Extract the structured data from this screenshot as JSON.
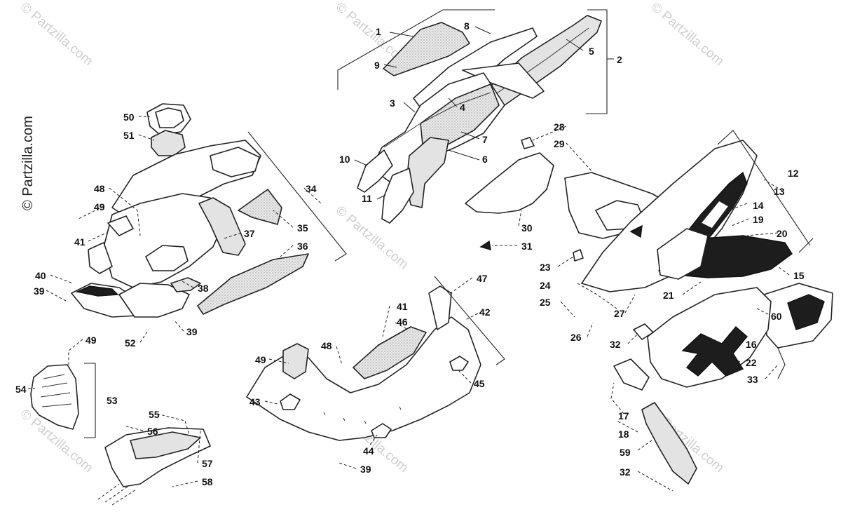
{
  "watermark": {
    "text": "© Partzilla.com",
    "side_text": "© Partzilla.com"
  },
  "callouts": [
    {
      "id": "1",
      "text": "1"
    },
    {
      "id": "2",
      "text": "2"
    },
    {
      "id": "3",
      "text": "3"
    },
    {
      "id": "4",
      "text": "4"
    },
    {
      "id": "5",
      "text": "5"
    },
    {
      "id": "6",
      "text": "6"
    },
    {
      "id": "7",
      "text": "7"
    },
    {
      "id": "8",
      "text": "8"
    },
    {
      "id": "9",
      "text": "9"
    },
    {
      "id": "10",
      "text": "10"
    },
    {
      "id": "11",
      "text": "11"
    },
    {
      "id": "12",
      "text": "12"
    },
    {
      "id": "13",
      "text": "13"
    },
    {
      "id": "14",
      "text": "14"
    },
    {
      "id": "15",
      "text": "15"
    },
    {
      "id": "16",
      "text": "16"
    },
    {
      "id": "17",
      "text": "17"
    },
    {
      "id": "18",
      "text": "18"
    },
    {
      "id": "19",
      "text": "19"
    },
    {
      "id": "20",
      "text": "20"
    },
    {
      "id": "21",
      "text": "21"
    },
    {
      "id": "22",
      "text": "22"
    },
    {
      "id": "23",
      "text": "23"
    },
    {
      "id": "24",
      "text": "24"
    },
    {
      "id": "25",
      "text": "25"
    },
    {
      "id": "26",
      "text": "26"
    },
    {
      "id": "27",
      "text": "27"
    },
    {
      "id": "28",
      "text": "28"
    },
    {
      "id": "29",
      "text": "29"
    },
    {
      "id": "30",
      "text": "30"
    },
    {
      "id": "31",
      "text": "31"
    },
    {
      "id": "32a",
      "text": "32"
    },
    {
      "id": "32b",
      "text": "32"
    },
    {
      "id": "33",
      "text": "33"
    },
    {
      "id": "34",
      "text": "34"
    },
    {
      "id": "35",
      "text": "35"
    },
    {
      "id": "36",
      "text": "36"
    },
    {
      "id": "37",
      "text": "37"
    },
    {
      "id": "38",
      "text": "38"
    },
    {
      "id": "39a",
      "text": "39"
    },
    {
      "id": "39b",
      "text": "39"
    },
    {
      "id": "39c",
      "text": "39"
    },
    {
      "id": "40",
      "text": "40"
    },
    {
      "id": "41a",
      "text": "41"
    },
    {
      "id": "41b",
      "text": "41"
    },
    {
      "id": "42",
      "text": "42"
    },
    {
      "id": "43",
      "text": "43"
    },
    {
      "id": "44",
      "text": "44"
    },
    {
      "id": "45",
      "text": "45"
    },
    {
      "id": "46",
      "text": "46"
    },
    {
      "id": "47",
      "text": "47"
    },
    {
      "id": "48a",
      "text": "48"
    },
    {
      "id": "48b",
      "text": "48"
    },
    {
      "id": "49a",
      "text": "49"
    },
    {
      "id": "49b",
      "text": "49"
    },
    {
      "id": "49c",
      "text": "49"
    },
    {
      "id": "50",
      "text": "50"
    },
    {
      "id": "51",
      "text": "51"
    },
    {
      "id": "52",
      "text": "52"
    },
    {
      "id": "53",
      "text": "53"
    },
    {
      "id": "54",
      "text": "54"
    },
    {
      "id": "55",
      "text": "55"
    },
    {
      "id": "56",
      "text": "56"
    },
    {
      "id": "57",
      "text": "57"
    },
    {
      "id": "58",
      "text": "58"
    },
    {
      "id": "59",
      "text": "59"
    },
    {
      "id": "60",
      "text": "60"
    }
  ]
}
